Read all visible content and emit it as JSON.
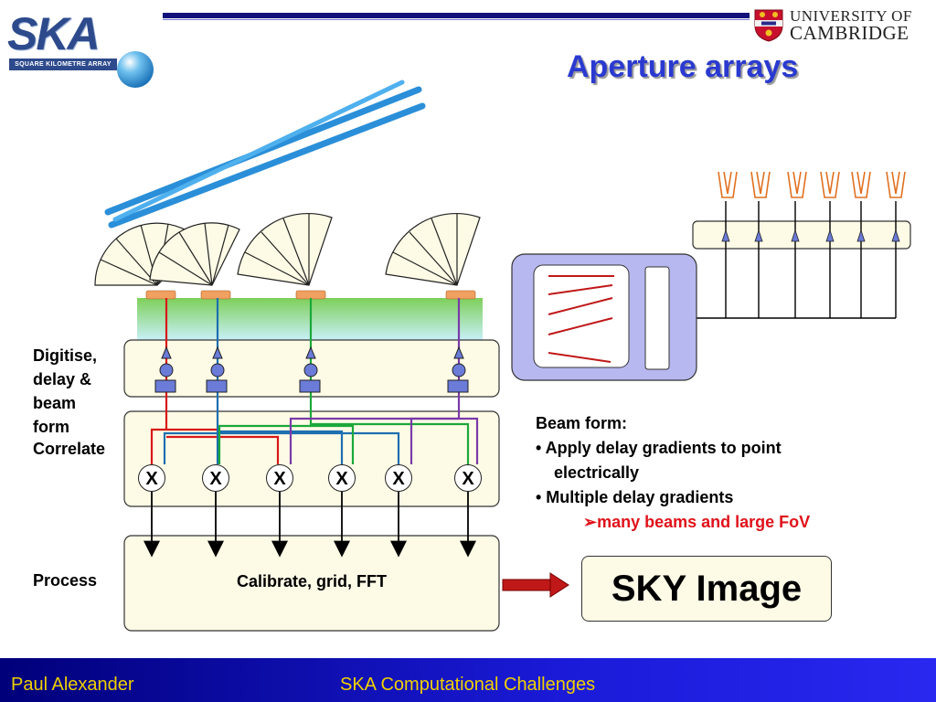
{
  "header": {
    "ska_logo_text": "SKA",
    "ska_logo_banner": "SQUARE KILOMETRE ARRAY",
    "cambridge_line1": "UNIVERSITY OF",
    "cambridge_line2": "CAMBRIDGE",
    "title": "Aperture arrays"
  },
  "labels": {
    "digitise": [
      "Digitise,",
      "delay &",
      "beam",
      "form"
    ],
    "correlate": "Correlate",
    "process": "Process",
    "calibrate": "Calibrate, grid, FFT"
  },
  "correlator": {
    "nodes": [
      "X",
      "X",
      "X",
      "X",
      "X",
      "X"
    ]
  },
  "beam_form": {
    "heading": "Beam form:",
    "bullet1_line1": "•  Apply delay gradients to point",
    "bullet1_line2": "electrically",
    "bullet2": "•  Multiple delay gradients",
    "sub": "many beams and large FoV",
    "sub_marker": "➢"
  },
  "sky_image": "SKY Image",
  "footer": {
    "author": "Paul Alexander",
    "talk": "SKA Computational Challenges"
  },
  "colors": {
    "title": "#2a3ad0",
    "footer_text": "#f0d000",
    "highlight_red": "#e0121a",
    "line_red": "#d81818",
    "line_blue": "#1e6fb0",
    "line_green": "#1aa83a",
    "line_purple": "#7a3aa8"
  }
}
